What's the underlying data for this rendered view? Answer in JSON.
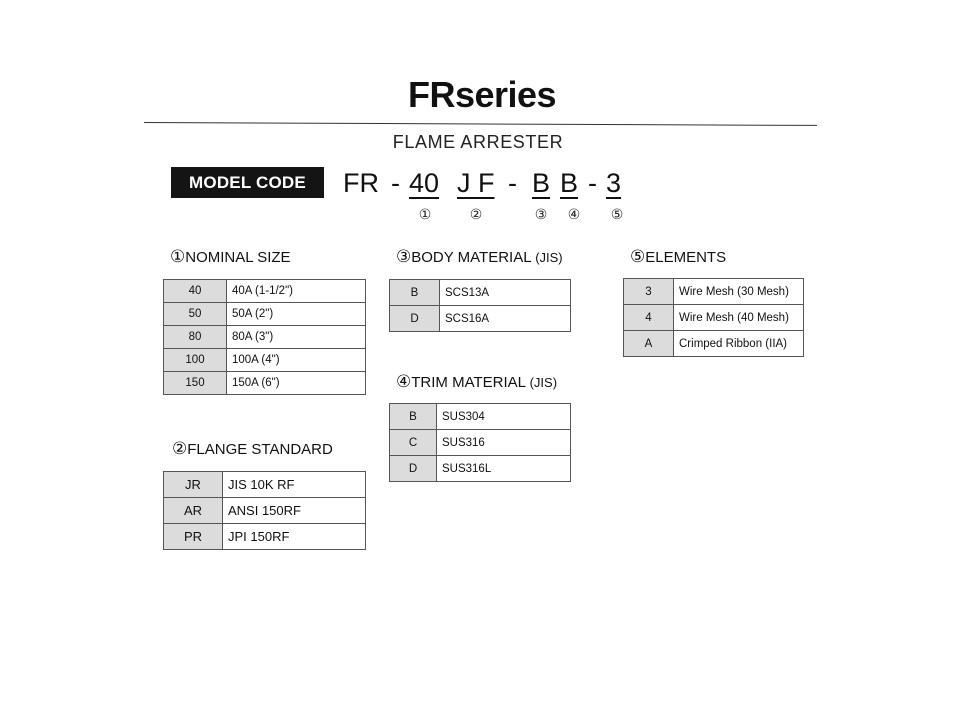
{
  "header": {
    "title": "FRseries",
    "subtitle": "FLAME ARRESTER"
  },
  "model_code": {
    "label": "MODEL CODE",
    "prefix": "FR",
    "sep": "-",
    "size": "40",
    "flange": "J F",
    "body": "B",
    "trim": "B",
    "element": "3",
    "markers": [
      "①",
      "②",
      "③",
      "④",
      "⑤"
    ]
  },
  "sections": {
    "nominal_size": {
      "marker": "①",
      "title": "NOMINAL SIZE",
      "rows": [
        {
          "code": "40",
          "value": "40A (1-1/2\")"
        },
        {
          "code": "50",
          "value": "50A (2\")"
        },
        {
          "code": "80",
          "value": "80A (3\")"
        },
        {
          "code": "100",
          "value": "100A (4\")"
        },
        {
          "code": "150",
          "value": "150A (6\")"
        }
      ]
    },
    "flange_standard": {
      "marker": "②",
      "title": "FLANGE STANDARD",
      "rows": [
        {
          "code": "JR",
          "value": "JIS 10K RF"
        },
        {
          "code": "AR",
          "value": "ANSI 150RF"
        },
        {
          "code": "PR",
          "value": "JPI 150RF"
        }
      ]
    },
    "body_material": {
      "marker": "③",
      "title": "BODY MATERIAL",
      "note": "(JIS)",
      "rows": [
        {
          "code": "B",
          "value": "SCS13A"
        },
        {
          "code": "D",
          "value": "SCS16A"
        }
      ]
    },
    "trim_material": {
      "marker": "④",
      "title": "TRIM MATERIAL",
      "note": "(JIS)",
      "rows": [
        {
          "code": "B",
          "value": "SUS304"
        },
        {
          "code": "C",
          "value": "SUS316"
        },
        {
          "code": "D",
          "value": "SUS316L"
        }
      ]
    },
    "elements": {
      "marker": "⑤",
      "title": "ELEMENTS",
      "rows": [
        {
          "code": "3",
          "value": "Wire Mesh (30 Mesh)"
        },
        {
          "code": "4",
          "value": "Wire Mesh (40 Mesh)"
        },
        {
          "code": "A",
          "value": "Crimped Ribbon (IIA)"
        }
      ]
    }
  }
}
